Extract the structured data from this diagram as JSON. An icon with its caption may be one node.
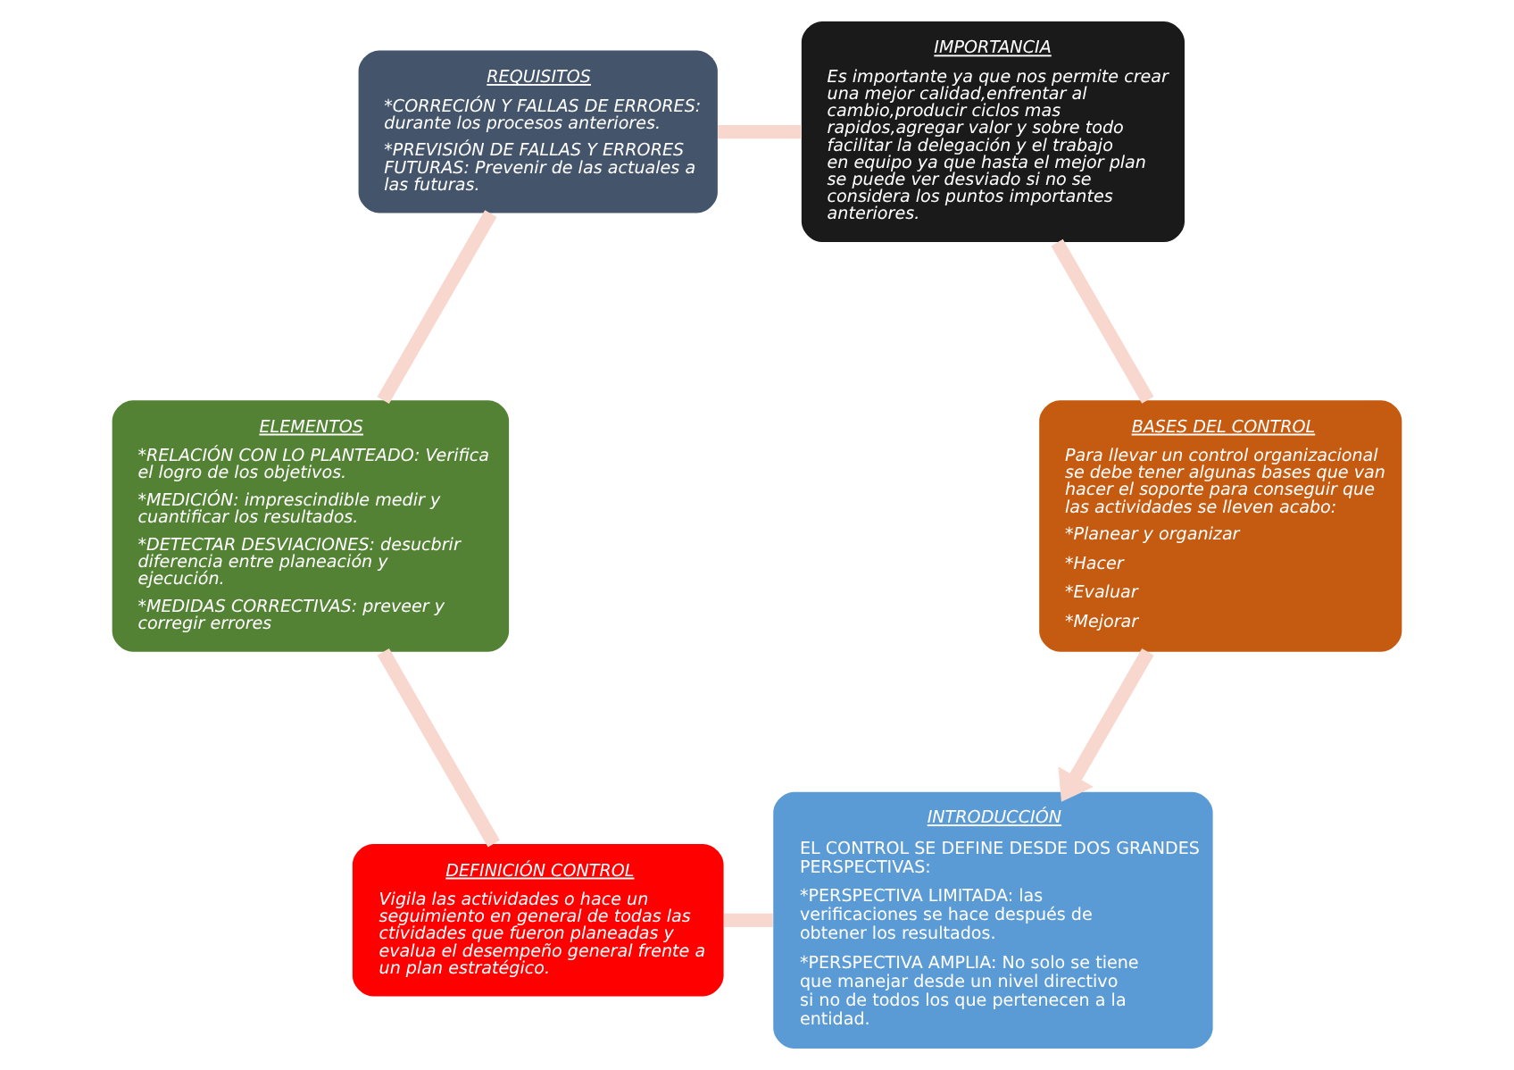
{
  "diagram": {
    "nodes": [
      {
        "text": [
          "INTRODUCCIÓN",
          "EL CONTROL SE DEFINE DESDE DOS GRANDES PERSPECTIVAS:",
          "*PERSPECTIVA LIMITADA: las verificaciones se hace después de obtener los resultados.",
          "*PERSPECTIVA AMPLIA: No solo se tiene que manejar desde un nivel directivo si no de todos los que pertenecen a la entidad."
        ]
      },
      {
        "text": [
          "BASES DEL CONTROL",
          "Para llevar un control organizacional se debe tener algunas bases que van hacer el soporte para conseguir que las actividades se lleven acabo:",
          "*Planear y organizar",
          "*Hacer",
          "*Evaluar",
          "*Mejorar"
        ]
      },
      {
        "text": [
          "DEFINICIÓN CONTROL",
          "Vigila las actividades o hace un seguimiento en general de todas las ctividades que fueron planeadas y evalua el desempeño general frente a un plan estratégico."
        ]
      },
      {
        "text": [
          "ELEMENTOS",
          "*RELACIÓN CON LO PLANTEADO: Verifica el logro de los objetivos.",
          "*MEDICIÓN: imprescindible medir y cuantificar los resultados.",
          "*DETECTAR DESVIACIONES: desucbrir diferencia entre planeación y ejecución.",
          "*MEDIDAS CORRECTIVAS: preveer y corregir errores"
        ]
      },
      {
        "text": [
          "IMPORTANCIA",
          "Es importante ya que nos permite crear una mejor calidad,enfrentar al cambio,producir ciclos mas rapidos,agregar valor y sobre todo facilitar la delegación y el trabajo en equipo ya que hasta el mejor plan se puede ver desviado si no se considera los puntos importantes anteriores."
        ]
      },
      {
        "text": [
          "REQUISITOS",
          "*CORRECIÓN Y FALLAS DE ERRORES: durante los procesos anteriores.",
          "*PREVISIÓN DE FALLAS Y ERRORES FUTURAS: Prevenir de las actuales a las futuras."
        ]
      }
    ],
    "edges": [
      {
        "from": 0,
        "to": 2,
        "arrow": "none"
      },
      {
        "from": 2,
        "to": 3,
        "arrow": "none"
      },
      {
        "from": 3,
        "to": 5,
        "arrow": "none"
      },
      {
        "from": 5,
        "to": 4,
        "arrow": "none"
      },
      {
        "from": 4,
        "to": 1,
        "arrow": "none"
      },
      {
        "from": 1,
        "to": 0,
        "arrow": "to"
      }
    ]
  }
}
